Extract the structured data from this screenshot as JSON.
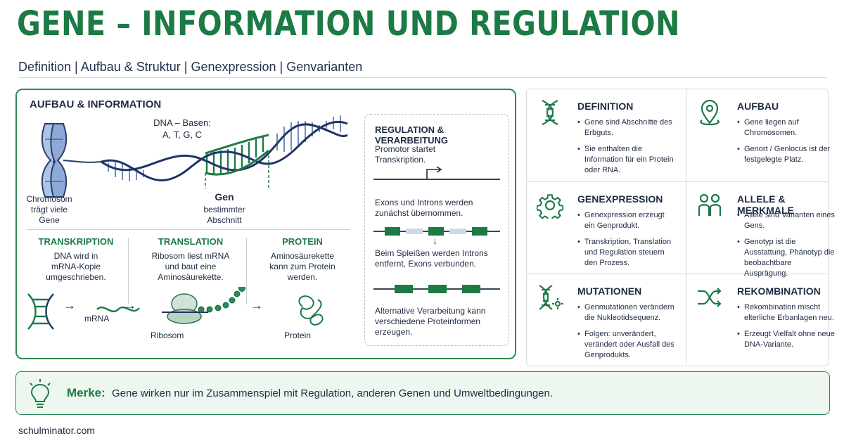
{
  "header": {
    "title": "GENE – INFORMATION UND REGULATION",
    "subtitle": "Definition | Aufbau & Struktur | Genexpression | Genvarianten"
  },
  "aufbau": {
    "heading": "AUFBAU & INFORMATION",
    "dna_label_1": "DNA – Basen:",
    "dna_label_2": "A, T, G, C",
    "chromosome_label_1": "Chromosom",
    "chromosome_label_2": "trägt viele",
    "chromosome_label_3": "Gene",
    "gen_label": "Gen",
    "gen_sub_1": "bestimmter",
    "gen_sub_2": "Abschnitt"
  },
  "steps": {
    "transkription": {
      "heading": "TRANSKRIPTION",
      "line1": "DNA wird in",
      "line2": "mRNA-Kopie",
      "line3": "umgeschrieben."
    },
    "translation": {
      "heading": "TRANSLATION",
      "line1": "Ribosom liest mRNA",
      "line2": "und baut eine",
      "line3": "Aminosäurekette."
    },
    "protein": {
      "heading": "PROTEIN",
      "line1": "Aminosäurekette",
      "line2": "kann zum Protein",
      "line3": "werden."
    },
    "mrna_caption": "mRNA",
    "ribosom_caption": "Ribosom",
    "protein_caption": "Protein",
    "arrow": "→"
  },
  "regulation": {
    "title": "REGULATION & VERARBEITUNG",
    "promotor_1": "Promotor startet",
    "promotor_2": "Transkription.",
    "exons_1": "Exons und Introns werden",
    "exons_2": "zunächst übernommen.",
    "down_arrow": "↓",
    "splice_1": "Beim Spleißen werden Introns",
    "splice_2": "entfernt, Exons verbunden.",
    "alt_1": "Alternative Verarbeitung kann",
    "alt_2": "verschiedene Proteinformen",
    "alt_3": "erzeugen."
  },
  "cards": [
    {
      "title": "DEFINITION",
      "icon": "dna-icon",
      "bullets": [
        "Gene sind Abschnitte des Erbguts.",
        "Sie enthalten die Information für ein Protein oder RNA."
      ]
    },
    {
      "title": "AUFBAU",
      "icon": "location-pin-icon",
      "bullets": [
        "Gene liegen auf Chromosomen.",
        "Genort / Genlocus ist der festgelegte Platz."
      ]
    },
    {
      "title": "GENEXPRESSION",
      "icon": "gear-icon",
      "bullets": [
        "Genexpression erzeugt ein Genprodukt.",
        "Transkription, Translation und Regulation steuern den Prozess."
      ]
    },
    {
      "title": "ALLELE & MERKMALE",
      "icon": "people-icon",
      "bullets": [
        "Allele sind Varianten eines Gens.",
        "Genotyp ist die Ausstattung, Phänotyp die beobachtbare Ausprägung."
      ]
    },
    {
      "title": "MUTATIONEN",
      "icon": "dna-mutation-icon",
      "bullets": [
        "Genmutationen verändern die Nukleotidsequenz.",
        "Folgen: unverändert, verändert oder Ausfall des Genprodukts."
      ]
    },
    {
      "title": "REKOMBINATION",
      "icon": "shuffle-icon",
      "bullets": [
        "Rekombination mischt elterliche Erbanlagen neu.",
        "Erzeugt Vielfalt ohne neue DNA-Variante."
      ]
    }
  ],
  "merke": {
    "label": "Merke:",
    "text": "Gene wirken nur im Zusammenspiel mit Regulation, anderen Genen und Umweltbedingungen."
  },
  "footer": {
    "text": "schulminator.com"
  },
  "colors": {
    "green": "#1c7a45",
    "navy": "#1f2a44",
    "blue": "#6f8fc0",
    "lightblue": "#aec4e6"
  }
}
